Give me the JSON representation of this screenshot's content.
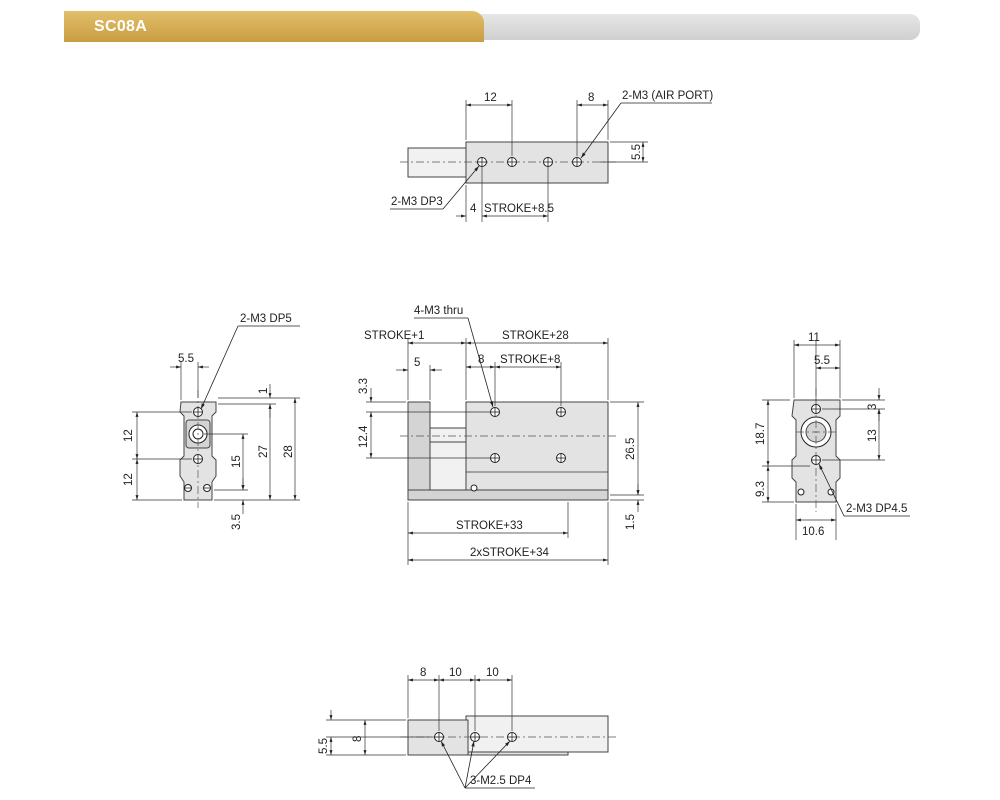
{
  "header": {
    "title": "SC08A"
  },
  "top_view": {
    "dim_12": "12",
    "dim_8": "8",
    "dim_5_5": "5.5",
    "dim_4": "4",
    "dim_stroke": "STROKE+8.5",
    "callout_air_port": "2-M3 (AIR PORT)",
    "callout_dp3": "2-M3 DP3"
  },
  "left_view": {
    "callout": "2-M3 DP5",
    "dim_5_5": "5.5",
    "dim_1": "1",
    "dim_12a": "12",
    "dim_12b": "12",
    "dim_15": "15",
    "dim_27": "27",
    "dim_28": "28",
    "dim_3_5": "3.5"
  },
  "front_view": {
    "callout": "4-M3 thru",
    "dim_stroke1": "STROKE+1",
    "dim_stroke28": "STROKE+28",
    "dim_5": "5",
    "dim_8": "8",
    "dim_stroke8": "STROKE+8",
    "dim_3_3": "3.3",
    "dim_12_4": "12.4",
    "dim_26_5": "26.5",
    "dim_1_5": "1.5",
    "dim_stroke33": "STROKE+33",
    "dim_2xstroke34": "2xSTROKE+34"
  },
  "right_view": {
    "dim_11": "11",
    "dim_5_5": "5.5",
    "dim_3": "3",
    "dim_13": "13",
    "dim_18_7": "18.7",
    "dim_9_3": "9.3",
    "dim_10_6": "10.6",
    "callout": "2-M3 DP4.5"
  },
  "bottom_view": {
    "dim_8a": "8",
    "dim_10a": "10",
    "dim_10b": "10",
    "dim_8b": "8",
    "dim_5_5": "5.5",
    "callout": "3-M2.5 DP4"
  }
}
